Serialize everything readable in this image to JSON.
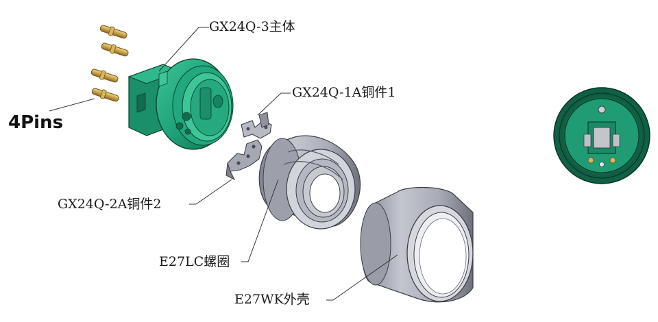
{
  "labels": {
    "body": "GX24Q-3主体",
    "copper1": "GX24Q-1A铜件1",
    "pins": "4Pins",
    "copper2": "GX24Q-2A铜件2",
    "screw": "E27LC螺圈",
    "shell": "E27WK外壳"
  },
  "colors": {
    "housing_green": "#1fa37a",
    "housing_dark": "#0e5a40",
    "pin_brass": "#c9a24a",
    "metal_gray": "#a9acb8",
    "metal_dark": "#5f6270",
    "leader_line": "#333333"
  }
}
